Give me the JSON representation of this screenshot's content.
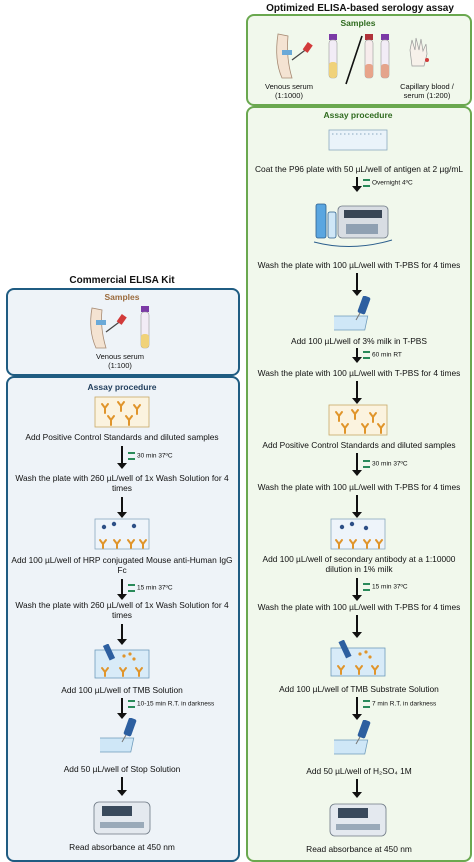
{
  "right": {
    "title": "Optimized ELISA-based serology assay",
    "samples": {
      "header": "Samples",
      "venous": "Venous serum (1:1000)",
      "capillary": "Capillary blood / serum (1:200)"
    },
    "procedure_header": "Assay procedure",
    "steps": [
      "Coat the P96 plate with 50 µL/well of antigen at 2 µg/mL",
      "Wash the plate with 100 µL/well with T-PBS for 4 times",
      "Add 100 µL/well of 3% milk in T-PBS",
      "Wash the plate with 100 µL/well with T-PBS for 4 times",
      "Add Positive Control Standards and diluted samples",
      "Wash the plate with 100 µL/well with T-PBS for 4 times",
      "Add 100 µL/well of secondary antibody at a 1:10000 dilution in 1% milk",
      "Wash the plate with 100 µL/well with T-PBS for 4 times",
      "Add 100 µL/well of TMB Substrate Solution",
      "Add 50 µL/well of H₂SO₄ 1M",
      "Read absorbance at 450 nm"
    ],
    "incubations": [
      "Overnight 4ºC",
      "60 min RT",
      "30 min 37ºC",
      "15 min 37ºC",
      "7 min R.T. in darkness"
    ]
  },
  "left": {
    "title": "Commercial ELISA Kit",
    "samples": {
      "header": "Samples",
      "venous": "Venous serum (1:100)"
    },
    "procedure_header": "Assay procedure",
    "steps": [
      "Add Positive Control Standards and diluted samples",
      "Wash the plate with 260 µL/well of 1x Wash Solution for 4 times",
      "Add 100 µL/well of HRP conjugated Mouse anti-Human IgG Fc",
      "Wash the plate with 260 µL/well of 1x Wash Solution for 4 times",
      "Add 100 µL/well of TMB Solution",
      "Add 50 µL/well of Stop Solution",
      "Read absorbance at 450 nm"
    ],
    "incubations": [
      "30 min 37ºC",
      "15 min 37ºC",
      "10-15 min R.T. in darkness"
    ]
  },
  "colors": {
    "left_border": "#1f5c82",
    "left_fill": "#eef3f8",
    "right_border": "#6aa84f",
    "right_fill": "#f1f8ec",
    "samples_header_left": "#9a6a3c",
    "samples_header_right": "#2f6b1f",
    "antibody": "#e0952b",
    "detector": "#2d4f86"
  }
}
